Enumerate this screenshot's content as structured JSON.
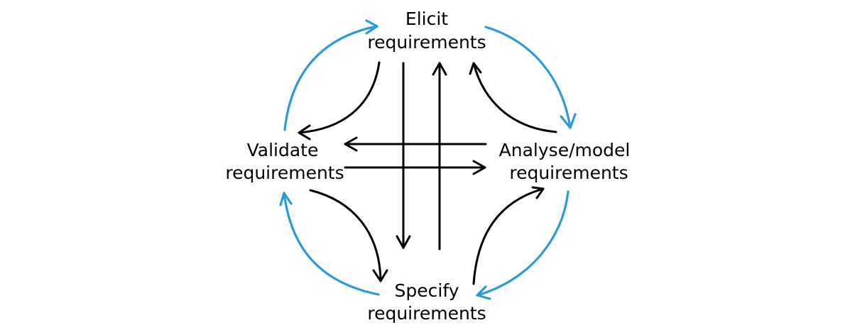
{
  "nodes": {
    "elicit": {
      "line1": "Elicit",
      "line2": "requirements"
    },
    "analyse": {
      "line1": "Analyse/model",
      "line2": "requirements"
    },
    "specify": {
      "line1": "Specify",
      "line2": "requirements"
    },
    "validate": {
      "line1": "Validate",
      "line2": "requirements"
    }
  },
  "colors": {
    "outer_cycle": "#2b9ad8",
    "inner_flows": "#000000",
    "text": "#000000",
    "background": "#ffffff"
  }
}
